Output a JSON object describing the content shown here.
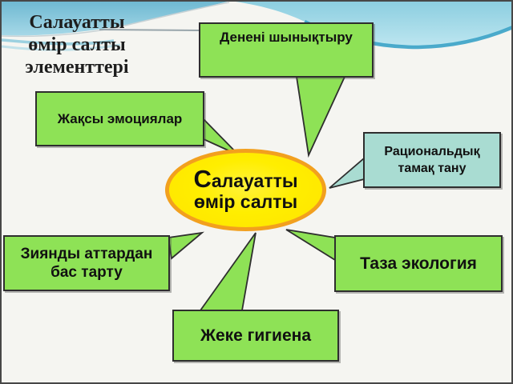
{
  "slide_title": {
    "line1": "Салауатты",
    "line2": "өмір салты",
    "line3": "элементтері"
  },
  "center_node": {
    "line1": "Салауатты",
    "line2": "өмір салты"
  },
  "nodes": {
    "deneni": {
      "label": "Денені шынықтыру"
    },
    "zhaksy": {
      "label": "Жақсы эмоциялар"
    },
    "ratsionaldyk": {
      "line1": "Рациональдық",
      "line2": "тамақ тану"
    },
    "ziyandy": {
      "line1": "Зиянды аттардан",
      "line2": "бас тарту"
    },
    "taza": {
      "label": "Таза экология"
    },
    "zheke": {
      "label": "Жеке гигиена"
    }
  },
  "colors": {
    "node_green": "#8ee256",
    "node_teal": "#a9dcd2",
    "ellipse_fill": "#ffee00",
    "ellipse_border": "#f2a01e",
    "sky_blue": "#7ec0d4",
    "sky_stripe": "#38a2c6",
    "background": "#f5f5f1",
    "text": "#111111"
  }
}
